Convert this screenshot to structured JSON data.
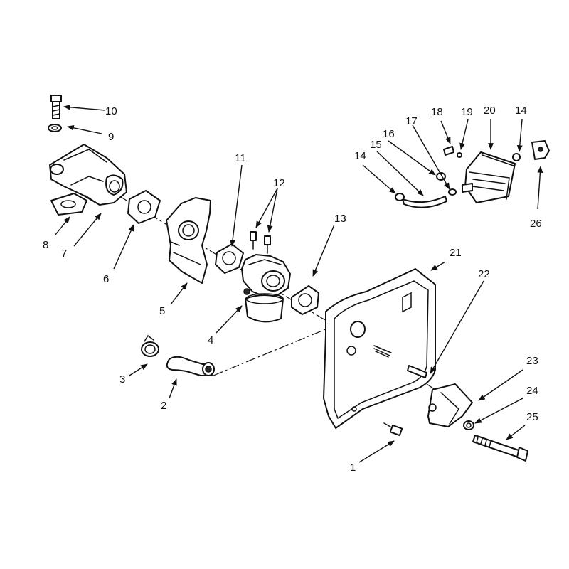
{
  "callouts": [
    {
      "num": "1"
    },
    {
      "num": "2"
    },
    {
      "num": "3"
    },
    {
      "num": "4"
    },
    {
      "num": "5"
    },
    {
      "num": "6"
    },
    {
      "num": "7"
    },
    {
      "num": "8"
    },
    {
      "num": "9"
    },
    {
      "num": "10"
    },
    {
      "num": "11"
    },
    {
      "num": "12"
    },
    {
      "num": "13"
    },
    {
      "num": "14"
    },
    {
      "num": "15"
    },
    {
      "num": "16"
    },
    {
      "num": "17"
    },
    {
      "num": "18"
    },
    {
      "num": "19"
    },
    {
      "num": "20"
    },
    {
      "num": "14"
    },
    {
      "num": "21"
    },
    {
      "num": "22"
    },
    {
      "num": "23"
    },
    {
      "num": "24"
    },
    {
      "num": "25"
    },
    {
      "num": "26"
    }
  ],
  "colors": {
    "line": "#111111",
    "background": "#ffffff"
  }
}
